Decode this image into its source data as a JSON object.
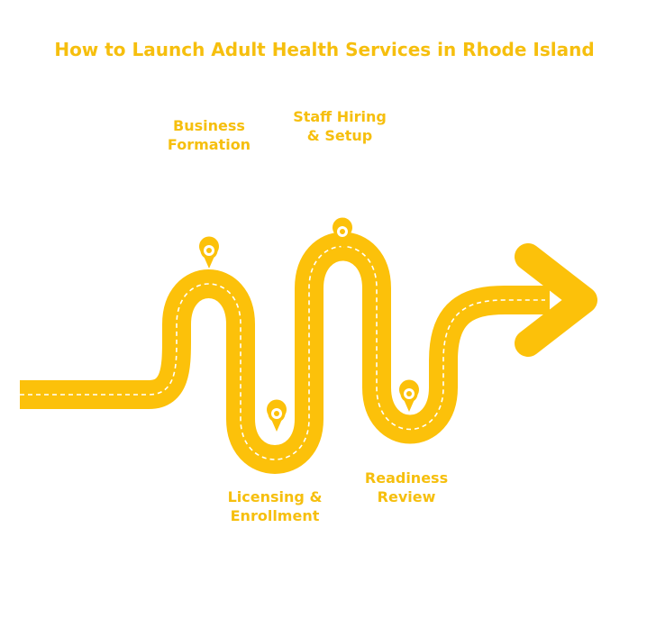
{
  "title": "How to Launch Adult Health Services in Rhode Island",
  "steps": [
    {
      "label": "Business\nFormation"
    },
    {
      "label": "Staff Hiring\n& Setup"
    },
    {
      "label": "Licensing &\nEnrollment"
    },
    {
      "label": "Readiness\nReview"
    }
  ],
  "colors": {
    "road": "#fcc10a",
    "text": "#f6bf0e",
    "dash": "#ffffff",
    "pin": "#fcc10a"
  },
  "icons": {
    "pin": "map-pin-icon",
    "arrow": "arrow-head-icon"
  }
}
